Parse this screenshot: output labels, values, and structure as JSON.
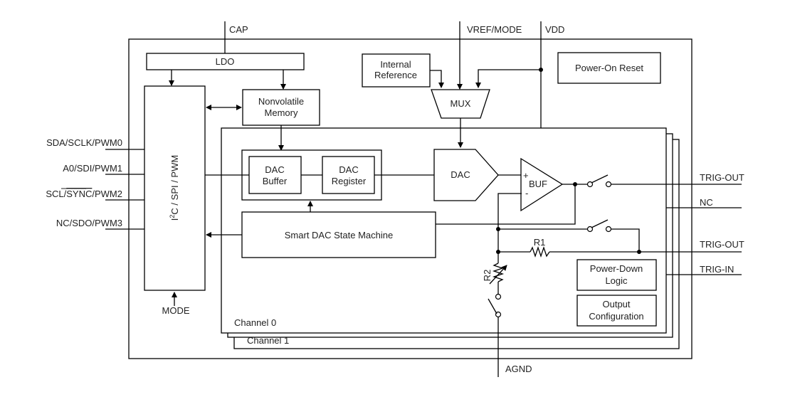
{
  "pins": {
    "cap": "CAP",
    "vref_mode": "VREF/MODE",
    "vdd": "VDD",
    "sda": "SDA/SCLK/PWM0",
    "a0": "A0/SDI/PWM1",
    "scl_prefix": "SCL/",
    "scl_sync": "SYNC",
    "scl_suffix": "/PWM2",
    "nc_sdo": "NC/SDO/PWM3",
    "mode": "MODE",
    "trig_out_1": "TRIG-OUT",
    "nc": "NC",
    "trig_out_2": "TRIG-OUT",
    "trig_in": "TRIG-IN",
    "agnd": "AGND"
  },
  "blocks": {
    "ldo": "LDO",
    "internal_reference_line1": "Internal",
    "internal_reference_line2": "Reference",
    "power_on_reset": "Power-On Reset",
    "mux": "MUX",
    "nonvolatile_memory_line1": "Nonvolatile",
    "nonvolatile_memory_line2": "Memory",
    "interface_i": "I",
    "interface_sup": "2",
    "interface_rest": "C / SPI / PWM",
    "dac_buffer_line1": "DAC",
    "dac_buffer_line2": "Buffer",
    "dac_register_line1": "DAC",
    "dac_register_line2": "Register",
    "dac": "DAC",
    "buf": "BUF",
    "buf_plus": "+",
    "buf_minus": "-",
    "state_machine": "Smart DAC State Machine",
    "r1": "R1",
    "r2": "R2",
    "power_down_line1": "Power-Down",
    "power_down_line2": "Logic",
    "output_config_line1": "Output",
    "output_config_line2": "Configuration",
    "channel0": "Channel 0",
    "channel1": "Channel 1"
  }
}
